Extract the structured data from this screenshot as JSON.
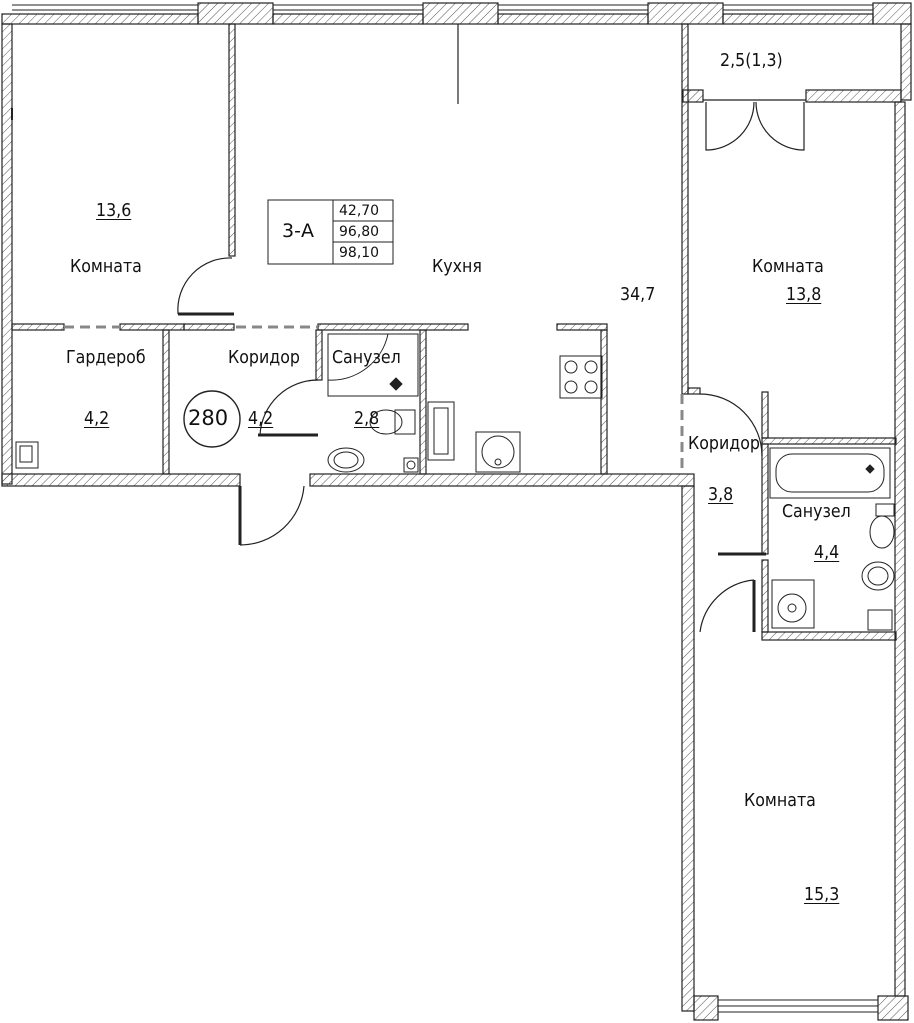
{
  "plan": {
    "apartment_type": "3-А",
    "areas_table": [
      "42,70",
      "96,80",
      "98,10"
    ],
    "apartment_number": "280"
  },
  "rooms": {
    "room_left": {
      "name": "Комната",
      "area": "13,6"
    },
    "kitchen": {
      "name": "Кухня",
      "area": "34,7"
    },
    "room_top_right": {
      "name": "Комната",
      "area": "13,8"
    },
    "balcony": {
      "area": "2,5(1,3)"
    },
    "wardrobe": {
      "name": "Гардероб",
      "area": "4,2"
    },
    "corridor_left": {
      "name": "Коридор",
      "area": "4,2"
    },
    "bathroom_small": {
      "name": "Санузел",
      "area": "2,8"
    },
    "corridor_right": {
      "name": "Коридор",
      "area": "3,8"
    },
    "bathroom_large": {
      "name": "Санузел",
      "area": "4,4"
    },
    "room_bottom_right": {
      "name": "Комната",
      "area": "15,3"
    }
  },
  "colors": {
    "wall_stroke": "#222222",
    "hatch": "#555555",
    "background": "#ffffff"
  }
}
